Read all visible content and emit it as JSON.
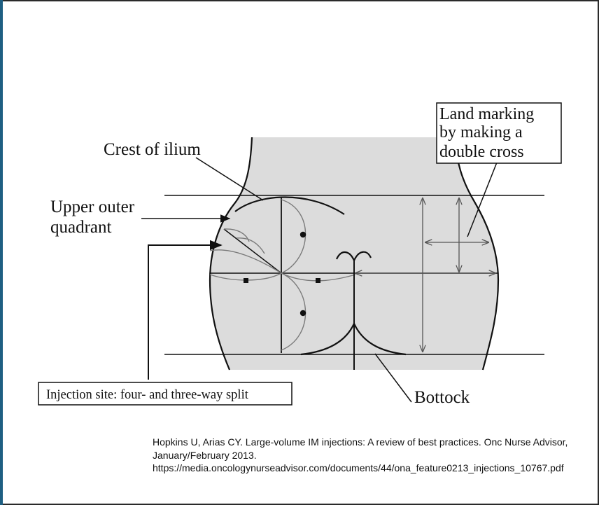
{
  "labels": {
    "crest_of_ilium": "Crest of ilium",
    "upper_outer_line1": "Upper outer",
    "upper_outer_line2": "quadrant",
    "land_marking_line1": "Land marking",
    "land_marking_line2": "by making a",
    "land_marking_line3": "double cross",
    "injection_site": "Injection site: four- and three-way split",
    "bottock": "Bottock"
  },
  "citation": {
    "text": "Hopkins U, Arias CY. Large-volume IM injections: A review of best practices. Onc Nurse Advisor, January/February 2013.",
    "url": "https://media.oncologynurseadvisor.com/documents/44/ona_feature0213_injections_10767.pdf"
  },
  "colors": {
    "body_fill": "#dcdcdc",
    "stroke": "#111111",
    "thin_stroke": "#7a7a7a",
    "left_accent": "#1f5f82"
  }
}
